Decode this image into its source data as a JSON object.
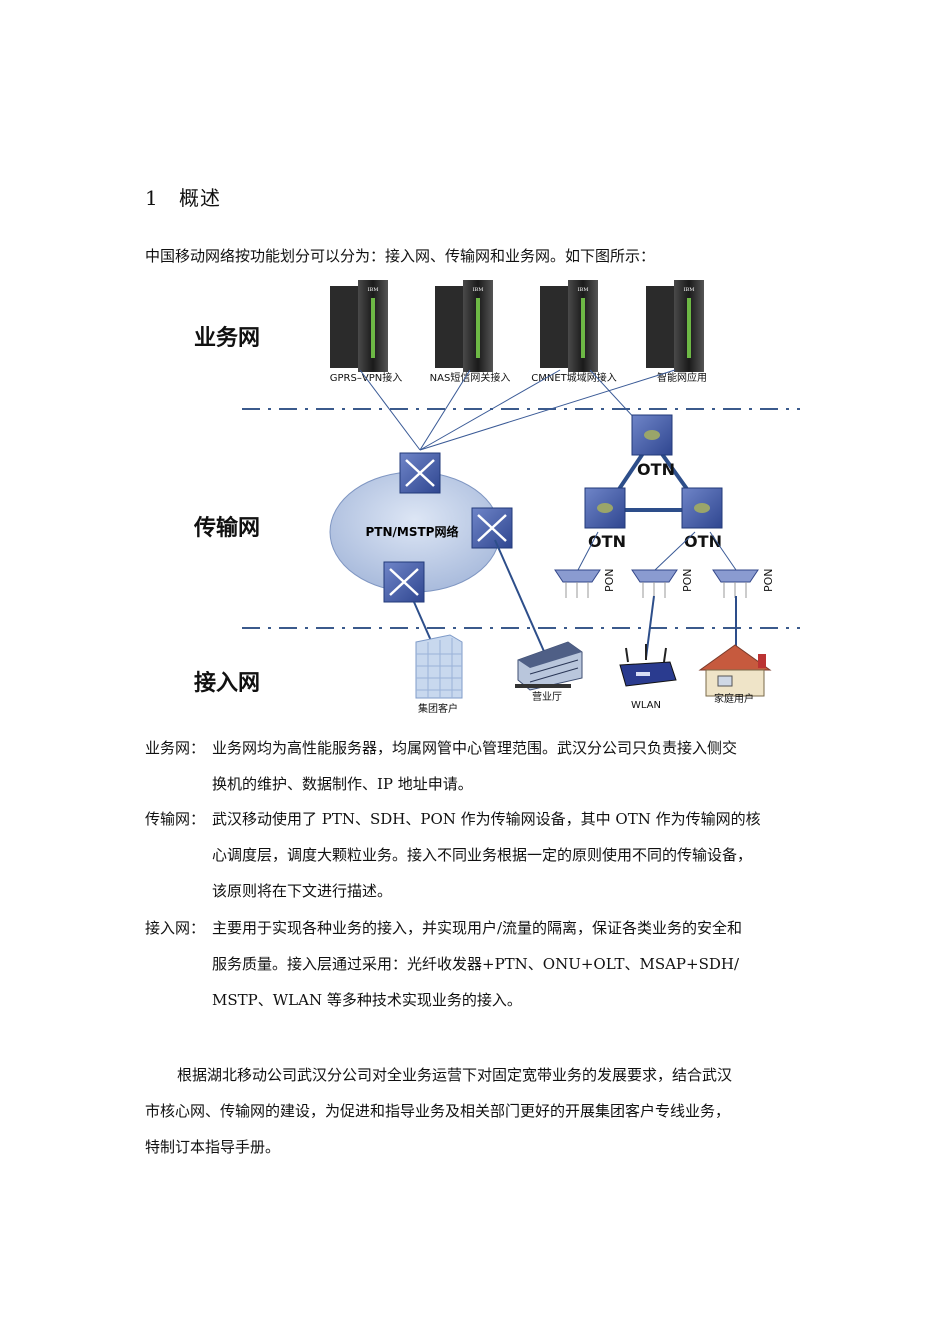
{
  "heading": {
    "number": "1",
    "title": "概述"
  },
  "intro": "中国移动网络按功能划分可以分为：接入网、传输网和业务网。如下图所示：",
  "diagram": {
    "layers": {
      "service": "业务网",
      "transport": "传输网",
      "access": "接入网"
    },
    "servers": [
      "GPRS–VPN接入",
      "NAS短信网关接入",
      "CMNET城域网接入",
      "智能网应用"
    ],
    "server_tag": "IBM",
    "ptn_label": "PTN/MSTP网络",
    "otn_label": "OTN",
    "pon_label": "PON",
    "access_nodes": [
      "集团客户",
      "营业厅",
      "WLAN",
      "家庭用户"
    ]
  },
  "definitions": [
    {
      "term": "业务网：",
      "lines": [
        "业务网均为高性能服务器，均属网管中心管理范围。武汉分公司只负责接入侧交",
        "换机的维护、数据制作、IP 地址申请。"
      ]
    },
    {
      "term": "传输网：",
      "lines": [
        "武汉移动使用了 PTN、SDH、PON 作为传输网设备，其中 OTN 作为传输网的核",
        "心调度层，调度大颗粒业务。接入不同业务根据一定的原则使用不同的传输设备，",
        "该原则将在下文进行描述。"
      ]
    },
    {
      "term": "接入网：",
      "lines": [
        "主要用于实现各种业务的接入，并实现用户/流量的隔离，保证各类业务的安全和",
        "服务质量。接入层通过采用：光纤收发器+PTN、ONU+OLT、MSAP+SDH/",
        "MSTP、WLAN 等多种技术实现业务的接入。"
      ]
    }
  ],
  "closing": [
    "根据湖北移动公司武汉分公司对全业务运营下对固定宽带业务的发展要求，结合武汉",
    "市核心网、传输网的建设，为促进和指导业务及相关部门更好的开展集团客户专线业务，",
    "特制订本指导手册。"
  ]
}
